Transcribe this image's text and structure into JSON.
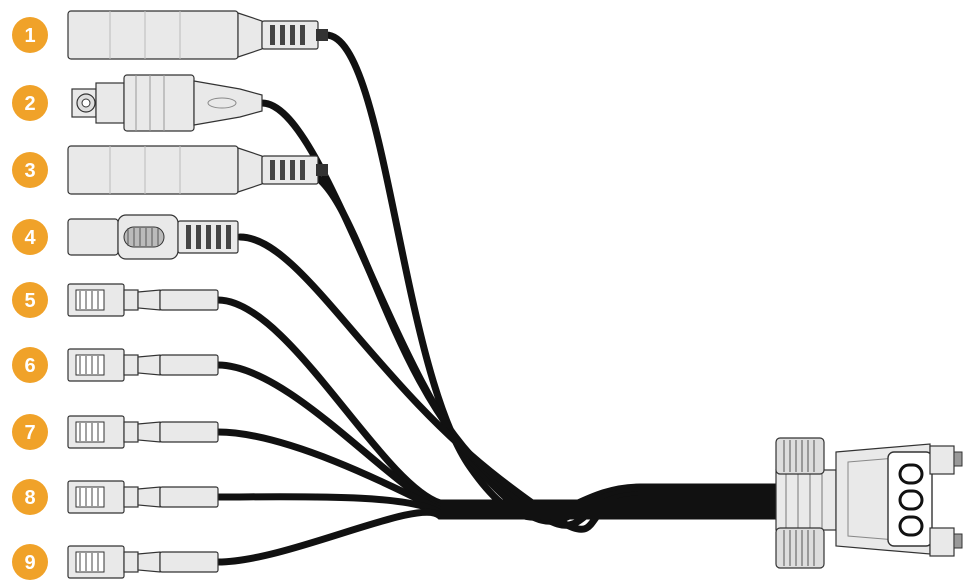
{
  "diagram": {
    "badge_color": "#f0a229",
    "cable_color": "#111111",
    "connector_fill": "#e9e9e9",
    "connector_stroke": "#333333",
    "connectors": [
      {
        "number": "1",
        "type": "female-xlr-connector"
      },
      {
        "number": "2",
        "type": "bnc-connector"
      },
      {
        "number": "3",
        "type": "female-xlr-connector"
      },
      {
        "number": "4",
        "type": "rca-connector"
      },
      {
        "number": "5",
        "type": "small-pin-connector"
      },
      {
        "number": "6",
        "type": "small-pin-connector"
      },
      {
        "number": "7",
        "type": "small-pin-connector"
      },
      {
        "number": "8",
        "type": "small-pin-connector"
      },
      {
        "number": "9",
        "type": "small-pin-connector"
      }
    ],
    "main_plug": "db-breakout-connector"
  }
}
